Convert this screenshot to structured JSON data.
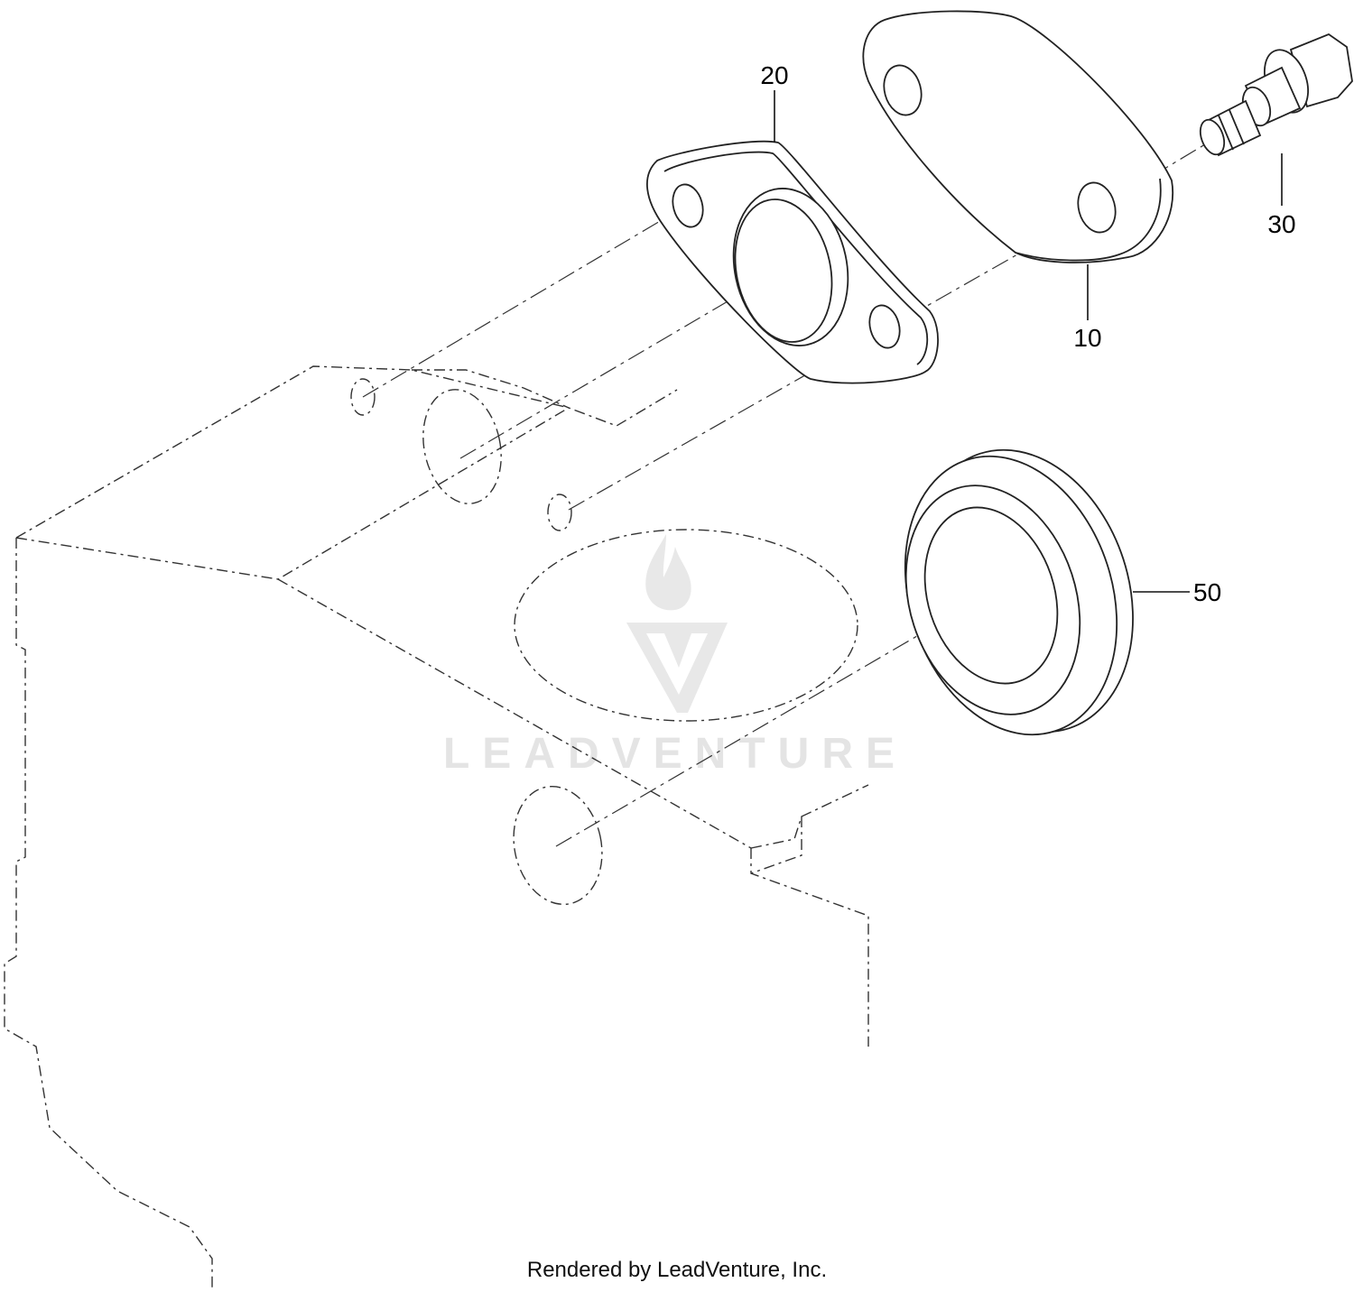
{
  "callouts": [
    {
      "id": "20",
      "label": "20"
    },
    {
      "id": "10",
      "label": "10"
    },
    {
      "id": "30",
      "label": "30"
    },
    {
      "id": "50",
      "label": "50"
    }
  ],
  "watermark": {
    "text": "LEADVENTURE"
  },
  "footer": {
    "text": "Rendered by LeadVenture, Inc."
  }
}
